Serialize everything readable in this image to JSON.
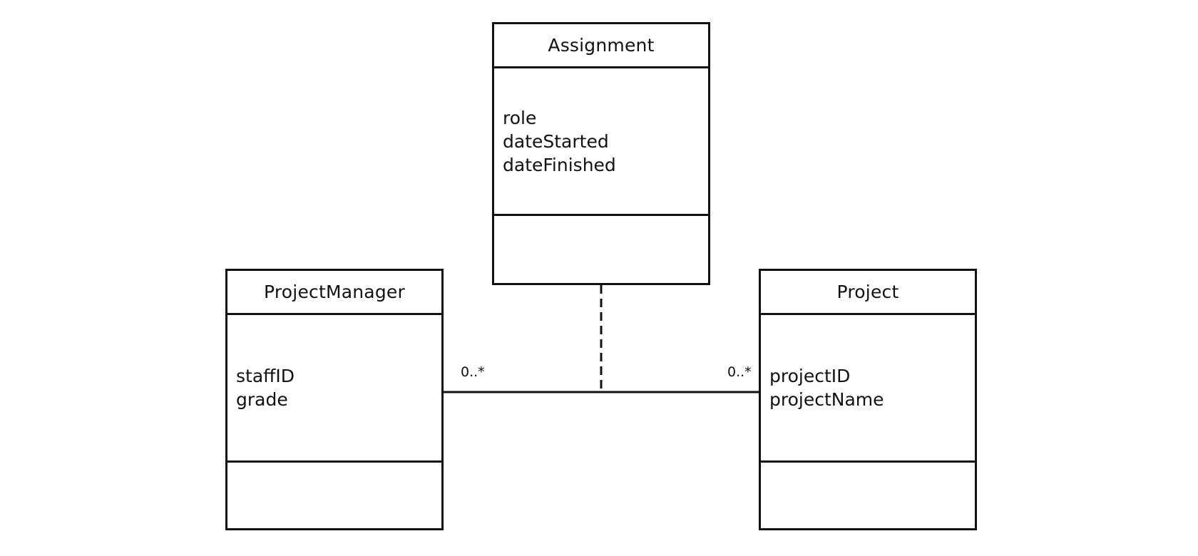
{
  "diagram": {
    "classes": {
      "assignment": {
        "name": "Assignment",
        "attributes": [
          "role",
          "dateStarted",
          "dateFinished"
        ]
      },
      "project_manager": {
        "name": "ProjectManager",
        "attributes": [
          "staffID",
          "grade"
        ]
      },
      "project": {
        "name": "Project",
        "attributes": [
          "projectID",
          "projectName"
        ]
      }
    },
    "association": {
      "left_multiplicity": "0..*",
      "right_multiplicity": "0..*",
      "association_class": "Assignment"
    },
    "colors": {
      "line": "#111111",
      "background": "#ffffff"
    }
  }
}
